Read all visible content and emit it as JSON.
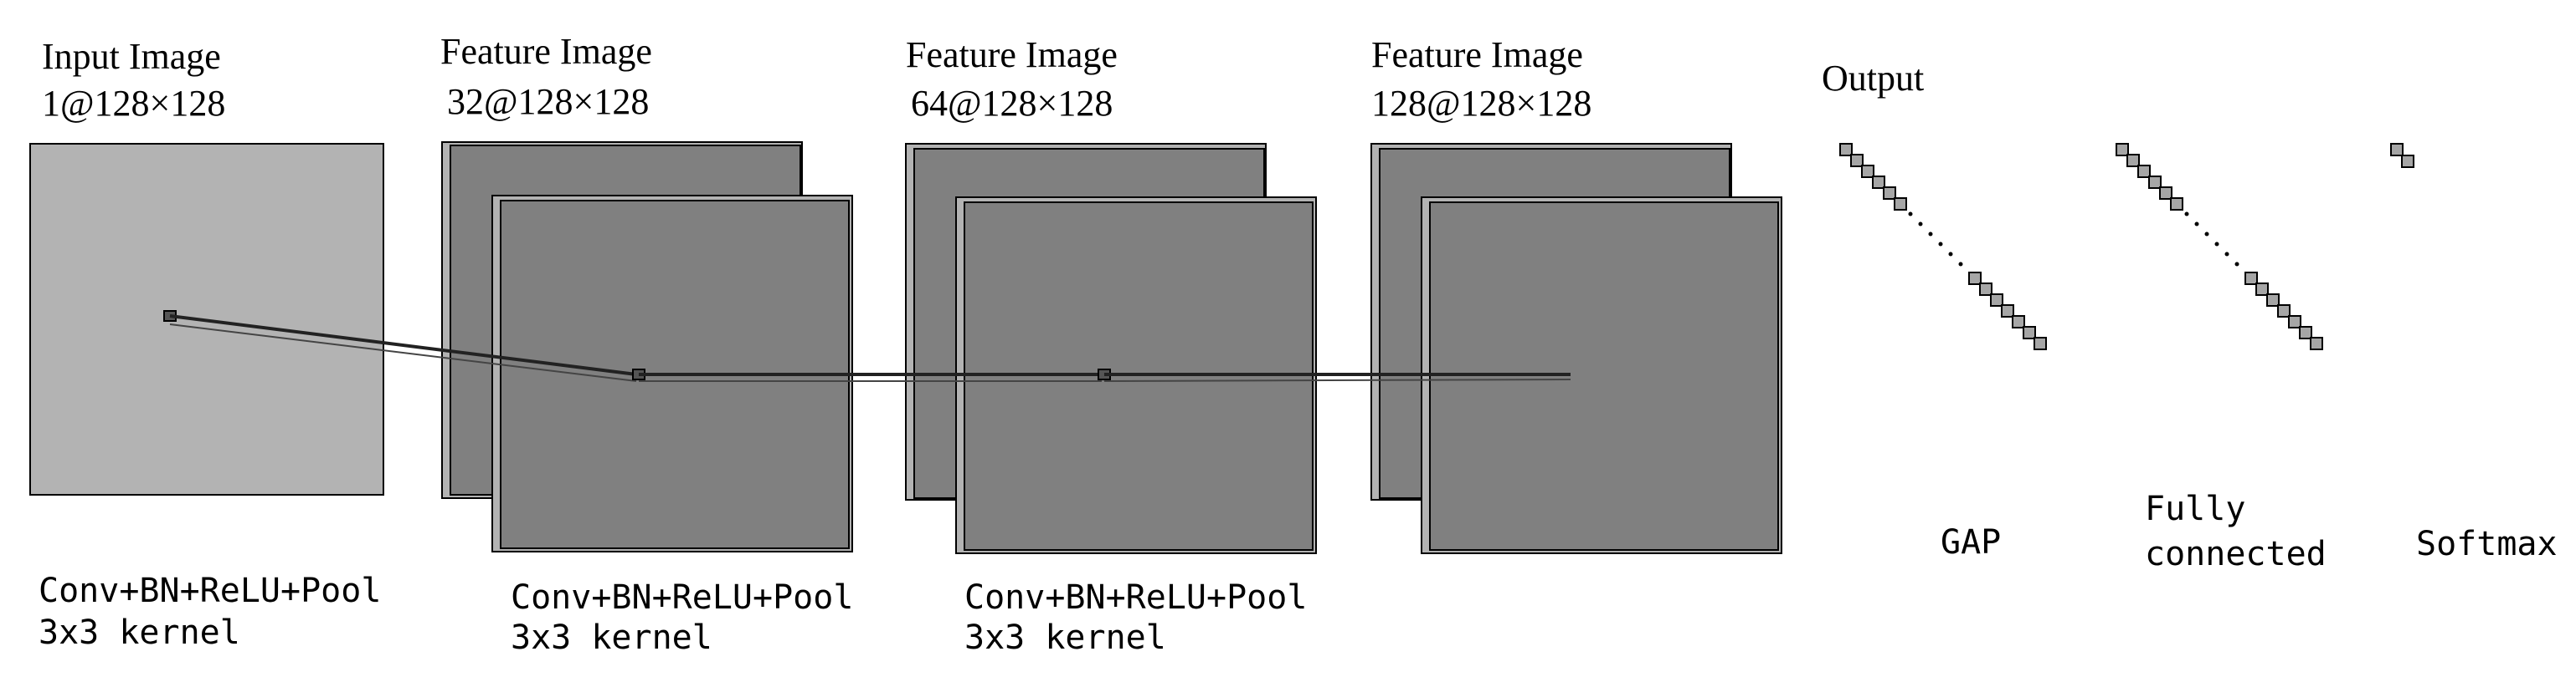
{
  "stages": [
    {
      "title": "Input Image",
      "dims": "1@128×128"
    },
    {
      "title": "Feature Image",
      "dims": "32@128×128"
    },
    {
      "title": "Feature Image",
      "dims": "64@128×128"
    },
    {
      "title": "Feature Image",
      "dims": "128@128×128"
    }
  ],
  "output": {
    "title": "Output"
  },
  "layers": [
    {
      "op": "Conv+BN+ReLU+Pool",
      "kernel": "3x3 kernel"
    },
    {
      "op": "Conv+BN+ReLU+Pool",
      "kernel": "3x3 kernel"
    },
    {
      "op": "Conv+BN+ReLU+Pool",
      "kernel": "3x3 kernel"
    }
  ],
  "heads": {
    "gap": "GAP",
    "fc_line1": "Fully",
    "fc_line2": "connected",
    "softmax": "Softmax"
  },
  "colors": {
    "input_fill": "#b3b3b3",
    "feature_fill": "#808080",
    "neuron_fill": "#a6a6a6"
  }
}
